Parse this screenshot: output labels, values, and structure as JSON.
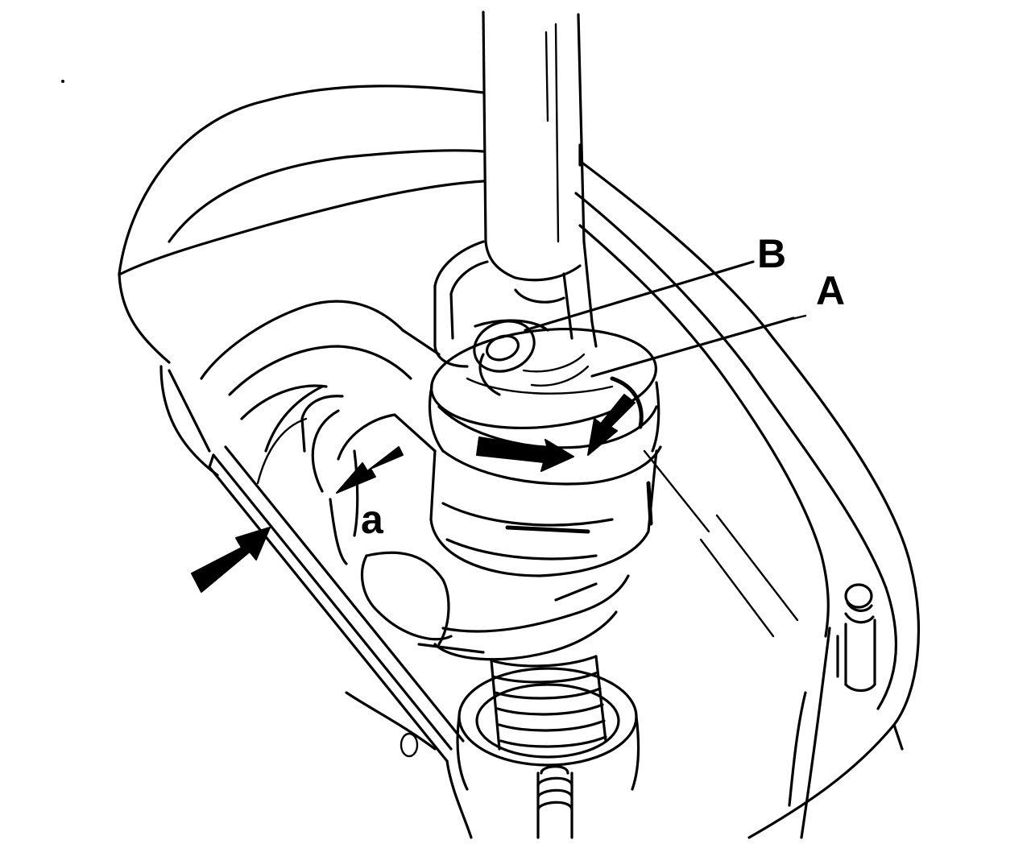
{
  "diagram": {
    "labels": {
      "b": "B",
      "a_upper": "A",
      "a_lower": "a"
    },
    "colors": {
      "ink": "#000000",
      "paper": "#ffffff"
    },
    "icons": [
      "arrow-icon"
    ]
  }
}
